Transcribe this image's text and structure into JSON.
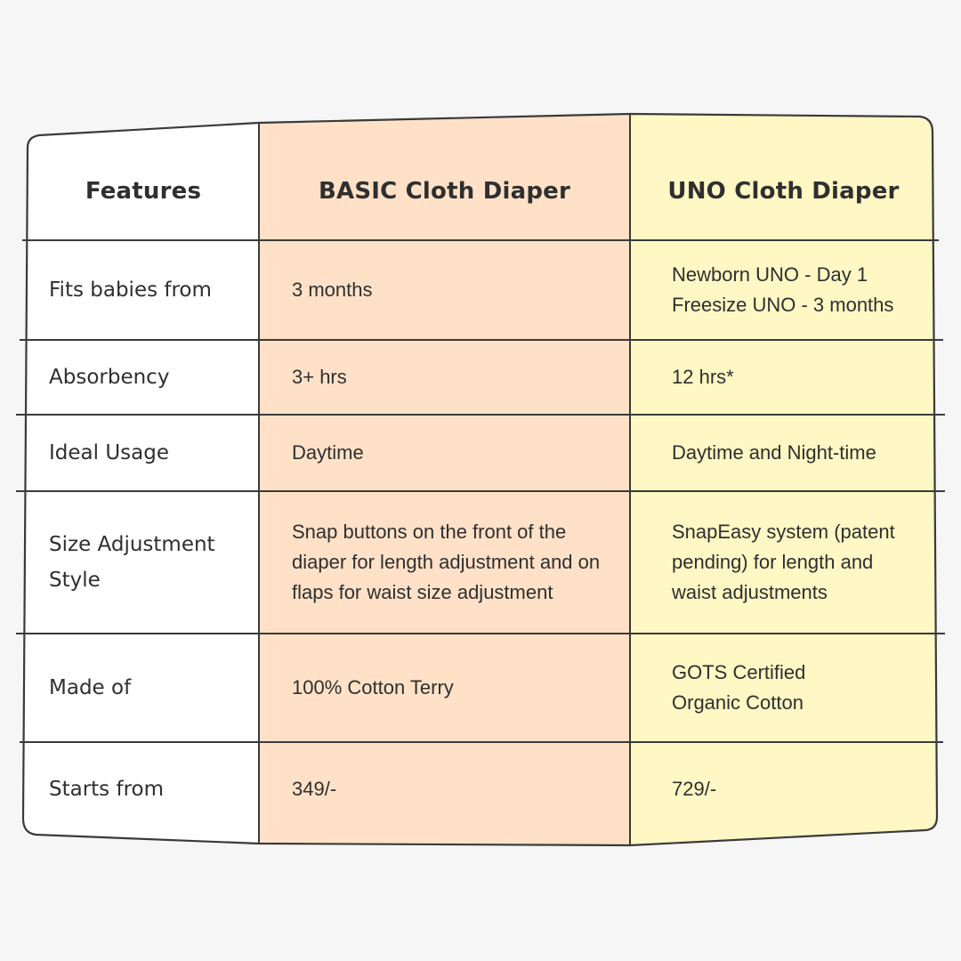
{
  "colors": {
    "background": "#f6f6f6",
    "basic_column": "#ffe1c7",
    "uno_column": "#fff7c4",
    "features_column": "#ffffff",
    "lines": "#3a3a3a"
  },
  "table": {
    "headers": [
      "Features",
      "BASIC Cloth Diaper",
      "UNO Cloth Diaper"
    ],
    "rows": [
      {
        "feature": "Fits babies from",
        "basic": "3 months",
        "uno": "Newborn UNO - Day 1\nFreesize UNO - 3 months"
      },
      {
        "feature": "Absorbency",
        "basic": "3+ hrs",
        "uno": "12 hrs*"
      },
      {
        "feature": "Ideal Usage",
        "basic": "Daytime",
        "uno": "Daytime and Night-time"
      },
      {
        "feature": "Size Adjustment Style",
        "basic": "Snap buttons on the front of the diaper for length adjustment and on flaps for waist size adjustment",
        "uno": "SnapEasy system (patent pending) for length and waist adjustments"
      },
      {
        "feature": "Made of",
        "basic": "100% Cotton Terry",
        "uno": "GOTS Certified Organic Cotton"
      },
      {
        "feature": "Starts from",
        "basic": "349/-",
        "uno": "729/-"
      }
    ]
  }
}
